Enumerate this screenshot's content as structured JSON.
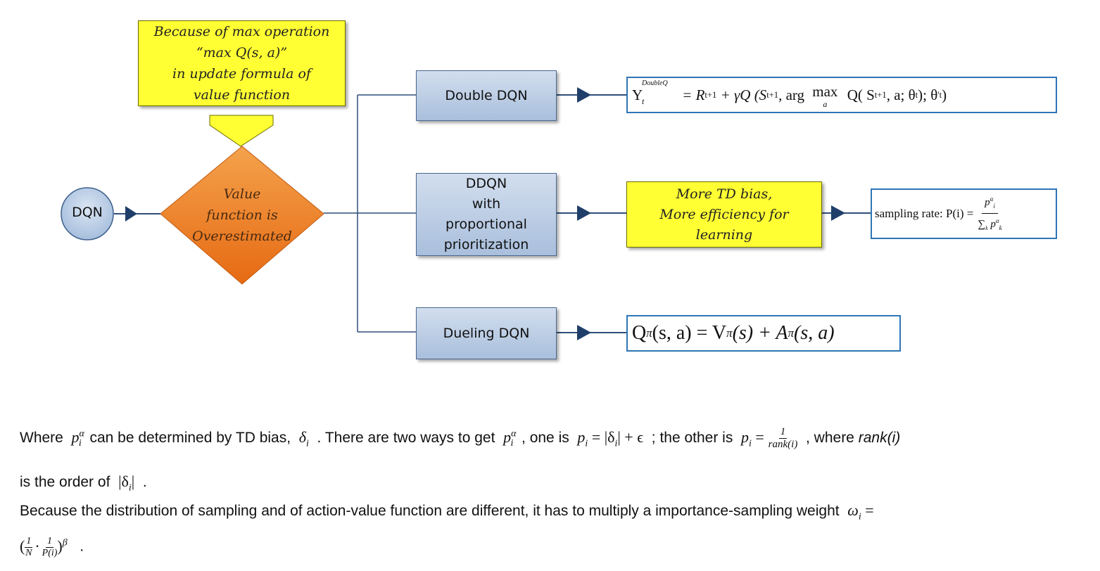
{
  "nodes": {
    "dqn": "DQN",
    "overestimated": [
      "Value",
      "function is",
      "Overestimated"
    ],
    "cause": [
      "Because of max operation",
      "“max Q(s, a)”",
      "in update formula of",
      "value function"
    ],
    "double_dqn": "Double DQN",
    "ddqn_prop": [
      "DDQN",
      "with",
      "proportional",
      "prioritization"
    ],
    "dueling_dqn": "Dueling DQN",
    "td_bias": [
      "More TD bias,",
      "More efficiency for",
      "learning"
    ]
  },
  "formulas": {
    "double_q": {
      "lhs": "Y",
      "lhs_sup": "DoubleQ",
      "lhs_sub": "t",
      "rhs": "= R",
      "rhs_sub": "t+1",
      "rest": "+ γQ (S",
      "s_sub": "t+1",
      "argmax": ", arg",
      "max": "max",
      "max_sub": "a",
      "q": "Q( S",
      "q_sub": "t+1",
      "tail": ", a; θ",
      "theta_sub": "t",
      "tail2": "); θ",
      "theta2_sup": "'",
      "theta2_sub": "t",
      "close": ")"
    },
    "sampling": {
      "label": "sampling rate: P(i) =",
      "num": "p",
      "num_sub": "i",
      "num_sup": "α",
      "den": "∑",
      "den_sub": "k",
      "den_p": "p",
      "den_p_sub": "k",
      "den_p_sup": "α"
    },
    "dueling": {
      "q": "Q",
      "q_sup": "π",
      "args1": " (s, a) = V",
      "v_sup": "π",
      "args2": " (s) + A",
      "a_sup": "π",
      "args3": " (s, a)"
    }
  },
  "text": {
    "p1_a": "Where",
    "p1_b": "can be determined by TD bias,",
    "p1_c": ". There are two ways to get",
    "p1_d": ", one is",
    "p1_e": "; the other is",
    "p1_f": ", where",
    "p1_rank": "rank(i)",
    "p2_a": "is the order of",
    "p2_b": ".",
    "p3": "Because the distribution of sampling and of action-value function are different, it has to multiply a importance-sampling weight",
    "p4_end": "."
  },
  "math": {
    "p_i_alpha": "p",
    "p_sub": "i",
    "p_sup": "α",
    "delta_i": "δ",
    "delta_sub": "i",
    "pi_eq1": "p",
    "pi_eq1_rest": " = |δ",
    "pi_eq1_tail": "| + ϵ",
    "pi_eq2": "p",
    "pi_eq2_rest": " =",
    "frac_num": "1",
    "frac_den": "rank(i)",
    "abs_delta": "|δ",
    "abs_delta_tail": "|",
    "omega": "ω",
    "omega_sub": "i",
    "omega_eq": " =",
    "w_open": "(",
    "w_n_num": "1",
    "w_n_den": "N",
    "w_dot": "·",
    "w_p_num": "1",
    "w_p_den": "P(i)",
    "w_close": ")",
    "w_beta": "β"
  }
}
